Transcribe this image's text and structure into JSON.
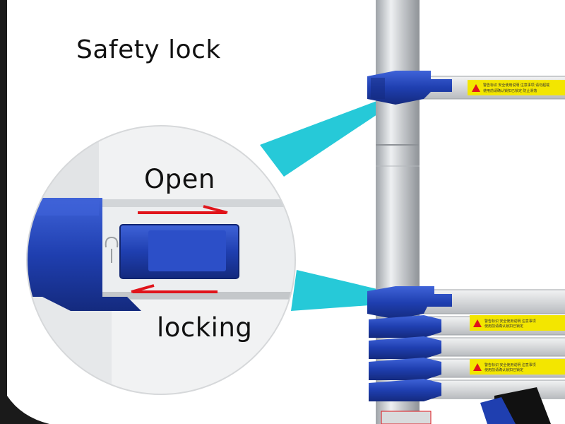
{
  "labels": {
    "title": "Safety lock",
    "open": "Open",
    "locking": "locking"
  },
  "colors": {
    "background": "#ffffff",
    "lock_blue": "#1f3fb0",
    "callout_cyan": "#26c9d8",
    "arrow_red": "#e0141b",
    "aluminum": "#c9ccd0",
    "warning_yellow": "#f3e600",
    "dark_edge": "#111111"
  }
}
